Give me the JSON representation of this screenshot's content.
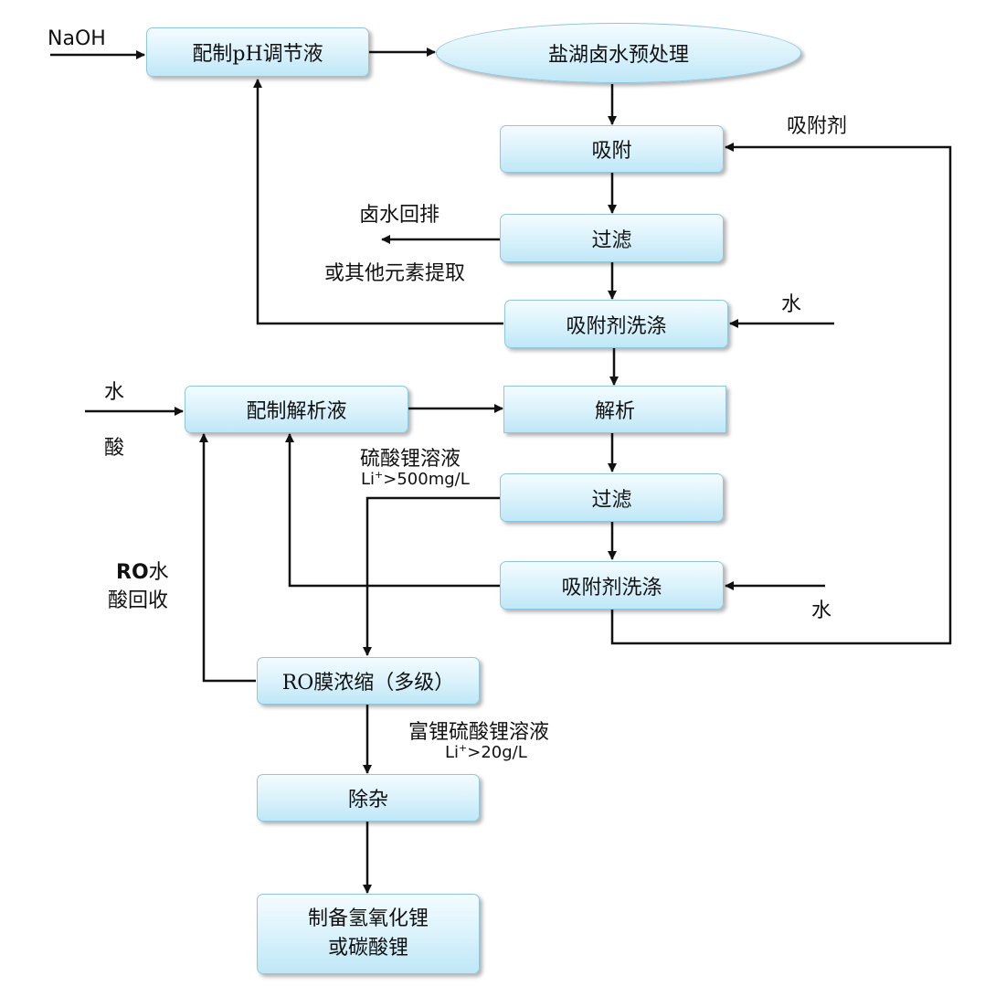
{
  "nodes": {
    "ph": "配制pH调节液",
    "pretreat": "盐湖卤水预处理",
    "adsorb": "吸附",
    "filter1": "过滤",
    "wash1": "吸附剂洗涤",
    "desorb_prep": "配制解析液",
    "desorb": "解析",
    "filter2": "过滤",
    "wash2": "吸附剂洗涤",
    "ro": "RO膜浓缩（多级）",
    "purify": "除杂",
    "product": "制备氢氧化锂\n或碳酸锂"
  },
  "labels": {
    "naoh": "NaOH",
    "adsorbent": "吸附剂",
    "brine_return": "卤水回排",
    "other_elements": "或其他元素提取",
    "water_wash1": "水",
    "water_in": "水",
    "acid_in": "酸",
    "li_solution": "硫酸锂溶液",
    "li_conc_prefix": "Li",
    "li_conc_sup": "+",
    "li_conc_value": ">500mg/L",
    "ro_prefix": "RO",
    "ro_suffix": "水",
    "acid_recovery": "酸回收",
    "water_wash2": "水",
    "rich_li_solution": "富锂硫酸锂溶液",
    "rich_li_prefix": "Li",
    "rich_li_sup": "+",
    "rich_li_value": ">20g/L"
  }
}
